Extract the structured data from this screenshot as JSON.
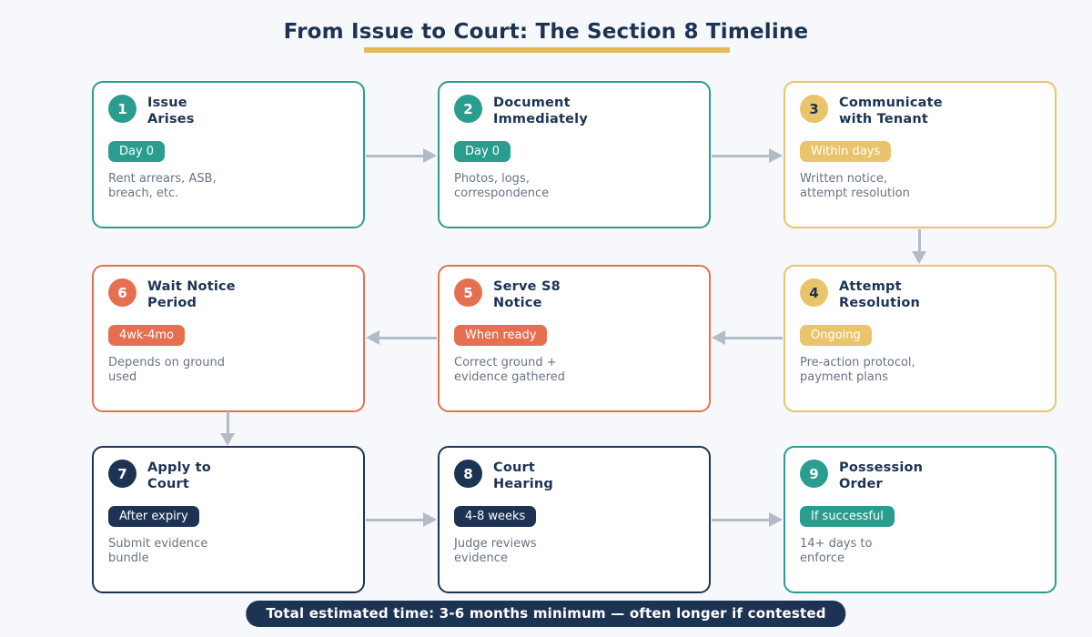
{
  "page": {
    "title": "From Issue to Court: The Section 8 Timeline",
    "footer": "Total estimated time: 3-6 months minimum — often longer if contested"
  },
  "colors": {
    "teal": "#2a9d8f",
    "gold": "#e9c46a",
    "red": "#e76f51",
    "navy": "#1d3354",
    "underline_gold": "#e6ba57",
    "arrow_gray": "#b3bbc7",
    "background": "#f7f8fb",
    "desc_gray": "#697386"
  },
  "steps": [
    {
      "number": "1",
      "title": "Issue\nArises",
      "badge": "Day 0",
      "desc": "Rent arrears, ASB,\nbreach, etc.",
      "accent": "#2a9d8f",
      "number_color": "#ffffff"
    },
    {
      "number": "2",
      "title": "Document\nImmediately",
      "badge": "Day 0",
      "desc": "Photos, logs,\ncorrespondence",
      "accent": "#2a9d8f",
      "number_color": "#ffffff"
    },
    {
      "number": "3",
      "title": "Communicate\nwith Tenant",
      "badge": "Within days",
      "desc": "Written notice,\nattempt resolution",
      "accent": "#e9c46a",
      "number_color": "#1d3354"
    },
    {
      "number": "4",
      "title": "Attempt\nResolution",
      "badge": "Ongoing",
      "desc": "Pre-action protocol,\npayment plans",
      "accent": "#e9c46a",
      "number_color": "#1d3354"
    },
    {
      "number": "5",
      "title": "Serve S8\nNotice",
      "badge": "When ready",
      "desc": "Correct ground +\nevidence gathered",
      "accent": "#e76f51",
      "number_color": "#ffffff"
    },
    {
      "number": "6",
      "title": "Wait Notice\nPeriod",
      "badge": "4wk-4mo",
      "desc": "Depends on ground\nused",
      "accent": "#e76f51",
      "number_color": "#ffffff"
    },
    {
      "number": "7",
      "title": "Apply to\nCourt",
      "badge": "After expiry",
      "desc": "Submit evidence\nbundle",
      "accent": "#1d3354",
      "number_color": "#ffffff"
    },
    {
      "number": "8",
      "title": "Court\nHearing",
      "badge": "4-8 weeks",
      "desc": "Judge reviews\nevidence",
      "accent": "#1d3354",
      "number_color": "#ffffff"
    },
    {
      "number": "9",
      "title": "Possession\nOrder",
      "badge": "If successful",
      "desc": "14+ days to\nenforce",
      "accent": "#2a9d8f",
      "number_color": "#ffffff"
    }
  ]
}
